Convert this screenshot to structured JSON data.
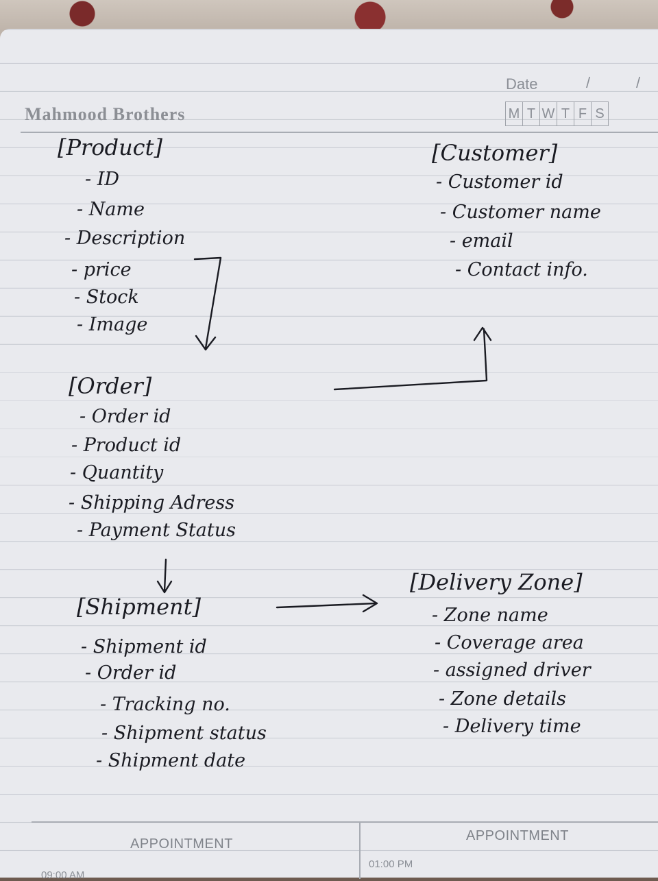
{
  "header": {
    "brand": "Mahmood Brothers",
    "date_label": "Date",
    "date_separators": [
      "/",
      "/"
    ],
    "weekdays": [
      "M",
      "T",
      "W",
      "T",
      "F",
      "S"
    ]
  },
  "entities": {
    "product": {
      "title": "[Product]",
      "fields": [
        "- ID",
        "- Name",
        "- Description",
        "- price",
        "- Stock",
        "- Image"
      ]
    },
    "customer": {
      "title": "[Customer]",
      "fields": [
        "- Customer id",
        "- Customer name",
        "- email",
        "- Contact info."
      ]
    },
    "order": {
      "title": "[Order]",
      "fields": [
        "- Order id",
        "- Product id",
        "- Quantity",
        "- Shipping Adress",
        "- Payment Status"
      ]
    },
    "shipment": {
      "title": "[Shipment]",
      "fields": [
        "- Shipment id",
        "- Order id",
        "- Tracking no.",
        "- Shipment status",
        "- Shipment date"
      ]
    },
    "delivery_zone": {
      "title": "[Delivery Zone]",
      "fields": [
        "- Zone name",
        "- Coverage area",
        "- assigned driver",
        "- Zone details",
        "- Delivery time"
      ]
    }
  },
  "footer": {
    "left_label": "APPOINTMENT",
    "right_label": "APPOINTMENT",
    "left_time": "09:00 AM",
    "right_time": "01:00 PM"
  }
}
